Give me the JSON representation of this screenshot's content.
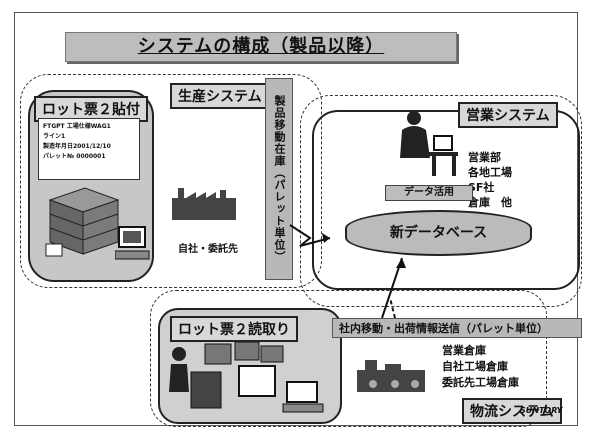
{
  "title": "システムの構成（製品以降）",
  "production": {
    "system_label": "生産システム",
    "lot_attach_label": "ロット票２貼付",
    "card_lines": [
      "FTGPT 工場仕様WAG1",
      "ライン1",
      "製造年月日2001/12/10",
      "パレット№ 0000001"
    ],
    "factory_label": "自社・委託先",
    "transfer_label": "製品移動在庫（パレット単位）"
  },
  "sales": {
    "system_label": "営業システム",
    "departments": [
      "営業部",
      "各地工場",
      "SF社",
      "倉庫　他"
    ],
    "data_use_label": "データ活用",
    "database_label": "新データベース"
  },
  "logistics": {
    "system_label": "物流システム",
    "lot_read_label": "ロット票２読取り",
    "transfer_label": "社内移動・出荷情報送信（パレット単位）",
    "warehouses": [
      "営業倉庫",
      "自社工場倉庫",
      "委託先工場倉庫"
    ]
  },
  "brand": "SUNTORY"
}
